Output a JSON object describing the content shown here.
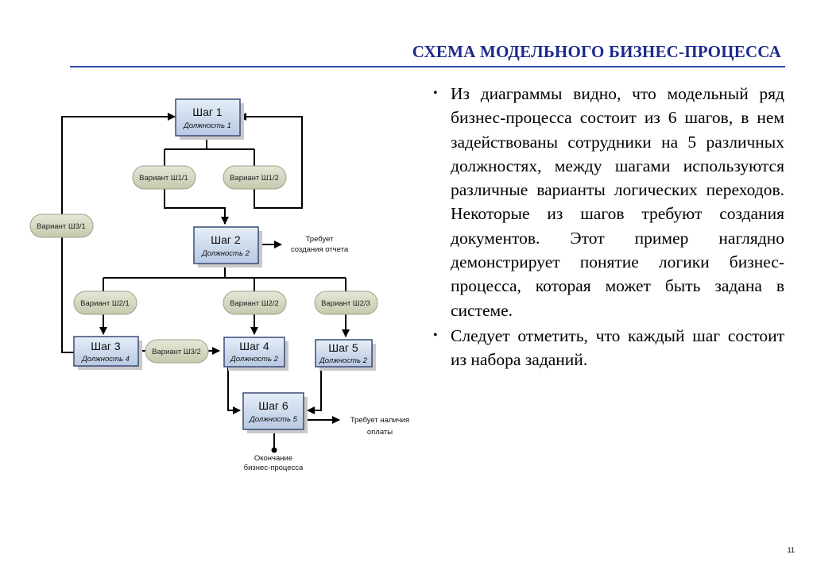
{
  "title": "СХЕМА МОДЕЛЬНОГО БИЗНЕС-ПРОЦЕССА",
  "diagram": {
    "steps": [
      {
        "title": "Шаг 1",
        "role": "Должность 1"
      },
      {
        "title": "Шаг 2",
        "role": "Должность 2"
      },
      {
        "title": "Шаг 3",
        "role": "Должность 4"
      },
      {
        "title": "Шаг 4",
        "role": "Должность 2"
      },
      {
        "title": "Шаг 5",
        "role": "Должность 2"
      },
      {
        "title": "Шаг 6",
        "role": "Должность 5"
      }
    ],
    "variants": {
      "w11": "Вариант Ш1/1",
      "w12": "Вариант Ш1/2",
      "w31": "Вариант Ш3/1",
      "w21": "Вариант Ш2/1",
      "w22": "Вариант Ш2/2",
      "w23": "Вариант Ш2/3",
      "w32": "Вариант Ш3/2"
    },
    "notes": {
      "report_line1": "Требует",
      "report_line2": "создания отчета",
      "payment_line1": "Требует наличия",
      "payment_line2": "оплаты",
      "end_line1": "Окончание",
      "end_line2": "бизнес-процесса"
    }
  },
  "bullets": [
    "Из диаграммы видно, что модельный ряд бизнес-процесса состоит из 6 шагов, в нем задействованы сотрудники на 5 различных должностях, между шагами используются различные варианты логических переходов. Некоторые из шагов требуют создания документов. Этот пример наглядно демонстрирует понятие логики бизнес-процесса, которая может быть задана в системе.",
    "Следует отметить, что каждый шаг состоит из набора заданий."
  ],
  "bullet_symbol": "•",
  "page_number": "11",
  "colors": {
    "title": "#1d2a8c",
    "rule": "#3146a8",
    "step_fill": "#c9d7ea",
    "variant_fill": "#d3d8c2"
  }
}
